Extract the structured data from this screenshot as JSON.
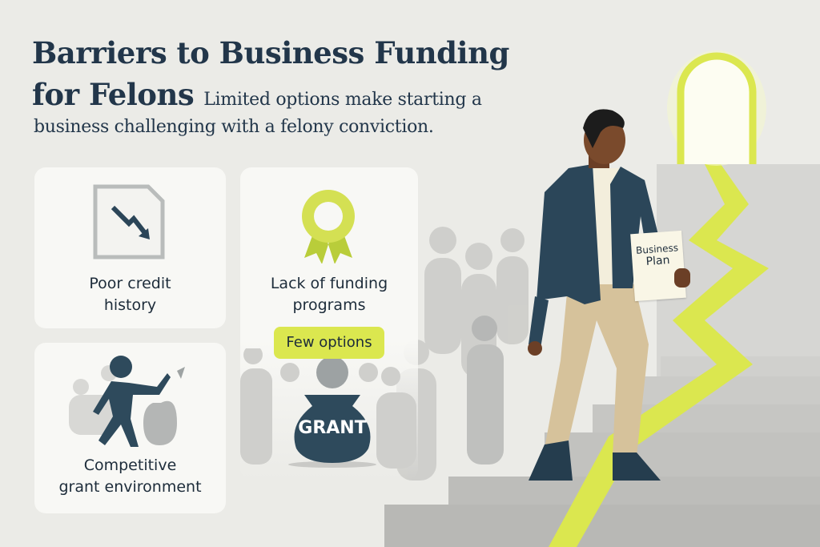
{
  "header": {
    "title_line1": "Barriers to Business Funding",
    "title_line2": "for Felons",
    "subtitle_line1": "Limited options make starting a",
    "subtitle_line2": "business challenging with a felony conviction."
  },
  "cards": [
    {
      "label_line1": "Poor credit",
      "label_line2": "history",
      "icon": "declining-chart-document-icon"
    },
    {
      "label_line1": "Lack of funding",
      "label_line2": "programs",
      "icon": "award-ribbon-icon",
      "badge": "Few options",
      "pot_label": "GRANT"
    },
    {
      "label_line1": "Competitive",
      "label_line2": "grant environment",
      "icon": "person-reaching-pot-icon"
    }
  ],
  "illustration": {
    "document_label_line1": "Business",
    "document_label_line2": "Plan"
  },
  "colors": {
    "background": "#ebebe7",
    "accent": "#dbe74f",
    "navy": "#2e4a5c",
    "text": "#22364a"
  }
}
